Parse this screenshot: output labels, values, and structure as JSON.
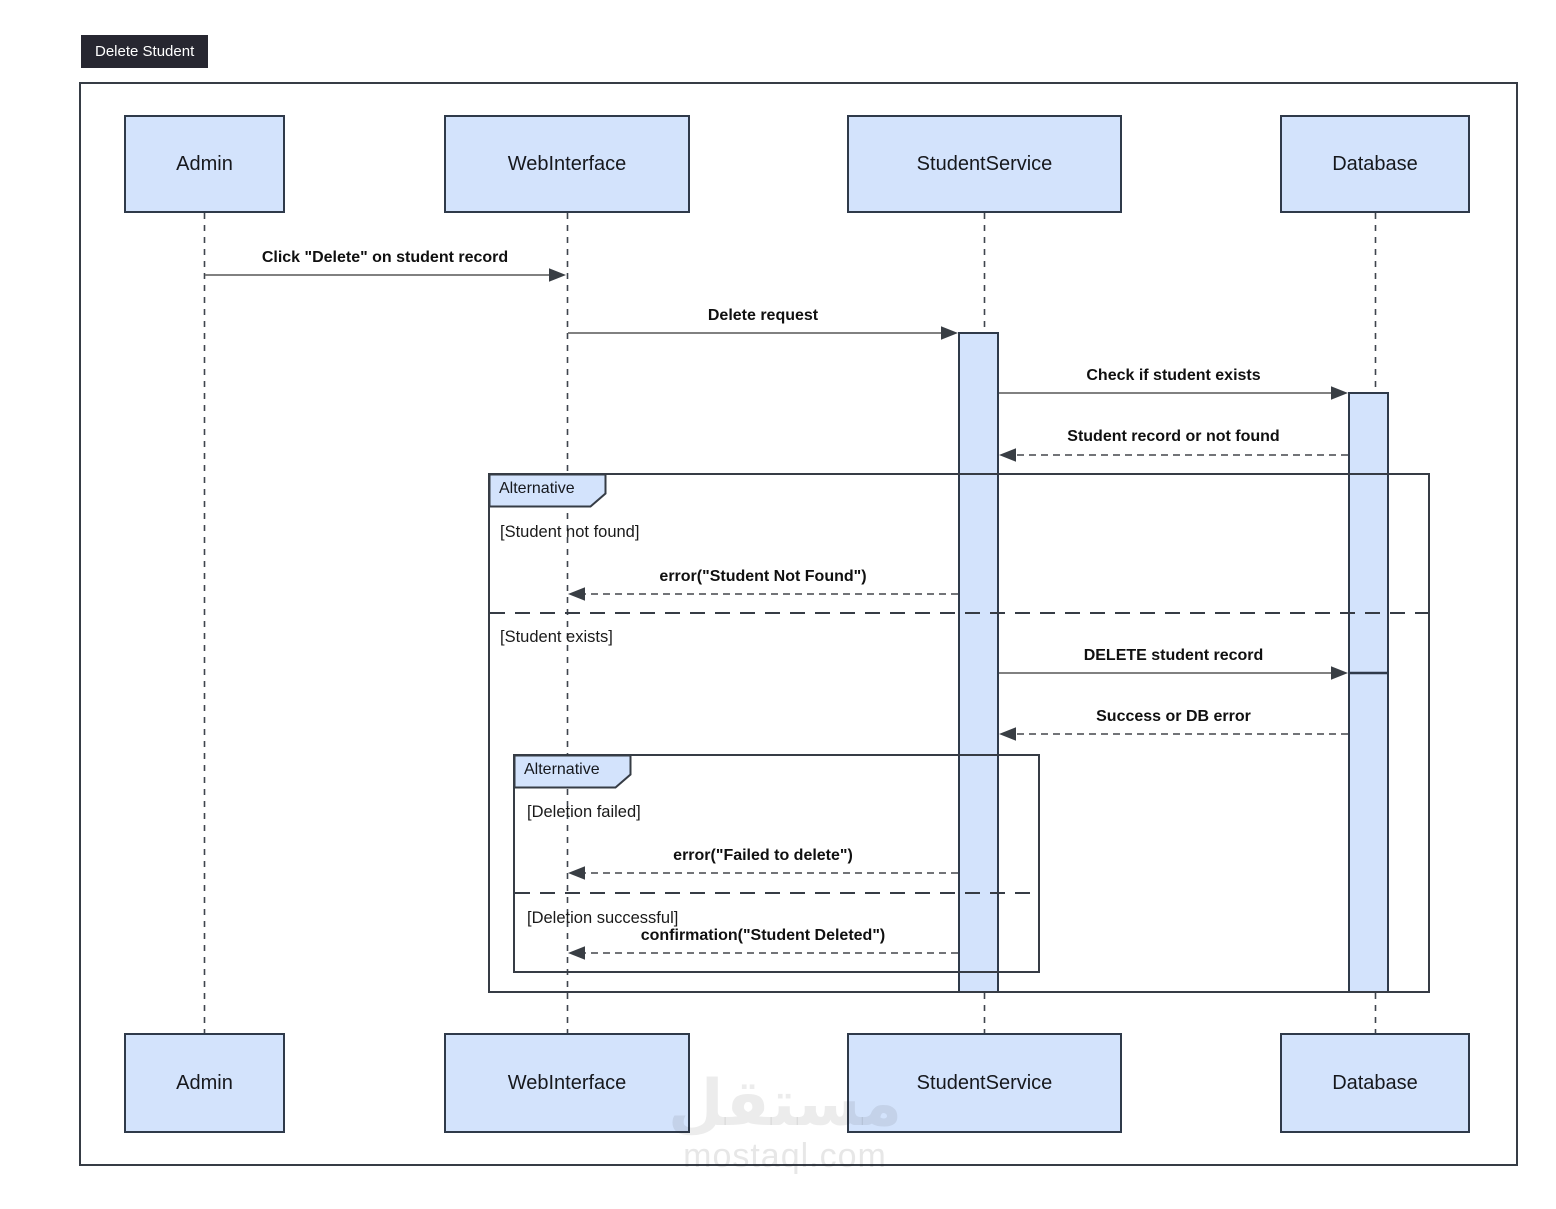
{
  "title": "Delete Student",
  "participants": [
    {
      "name": "Admin"
    },
    {
      "name": "WebInterface"
    },
    {
      "name": "StudentService"
    },
    {
      "name": "Database"
    }
  ],
  "messages": [
    {
      "label": "Click \"Delete\" on student record",
      "type": "solid",
      "from": "Admin",
      "to": "WebInterface"
    },
    {
      "label": "Delete request",
      "type": "solid",
      "from": "WebInterface",
      "to": "StudentService"
    },
    {
      "label": "Check if student exists",
      "type": "solid",
      "from": "StudentService",
      "to": "Database"
    },
    {
      "label": "Student record or not found",
      "type": "dashed",
      "from": "Database",
      "to": "StudentService"
    },
    {
      "label": "error(\"Student Not Found\")",
      "type": "dashed",
      "from": "StudentService",
      "to": "WebInterface"
    },
    {
      "label": "DELETE student record",
      "type": "solid",
      "from": "StudentService",
      "to": "Database"
    },
    {
      "label": "Success or DB error",
      "type": "dashed",
      "from": "Database",
      "to": "StudentService"
    },
    {
      "label": "error(\"Failed to delete\")",
      "type": "dashed",
      "from": "StudentService",
      "to": "WebInterface"
    },
    {
      "label": "confirmation(\"Student Deleted\")",
      "type": "dashed",
      "from": "StudentService",
      "to": "WebInterface"
    }
  ],
  "frames": {
    "outer": {
      "label": "Alternative",
      "guards": [
        "[Student not found]",
        "[Student exists]"
      ]
    },
    "inner": {
      "label": "Alternative",
      "guards": [
        "[Deletion failed]",
        "[Deletion successful]"
      ]
    }
  },
  "watermark": {
    "logo": "مستقل",
    "domain": "mostaql.com"
  },
  "colors": {
    "participant_fill": "#d3e3fc",
    "participant_border": "#2f3a4a",
    "frame_border": "#363c45",
    "badge_background": "#272731",
    "badge_text": "#ffffff"
  }
}
